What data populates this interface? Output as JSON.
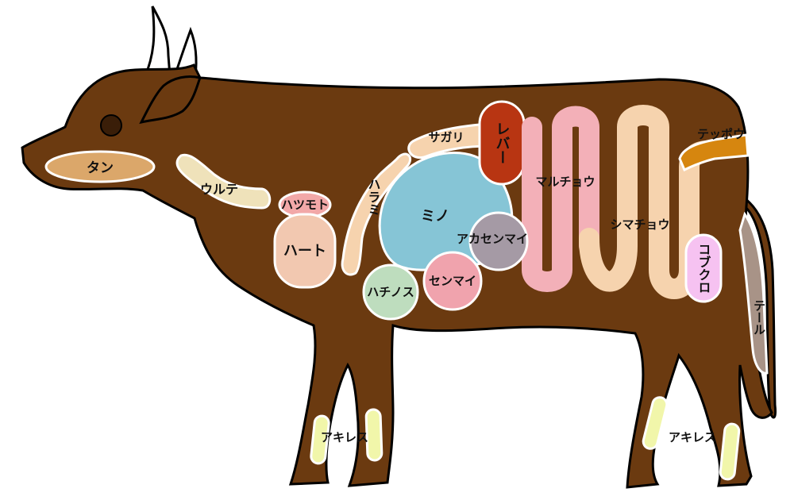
{
  "colors": {
    "body": "#6B3A10",
    "outline": "#000000",
    "horn": "#ffffff",
    "tan": "#DBA76A",
    "ulte": "#EFE2BA",
    "hatsumoto": "#F2A8A8",
    "heart": "#F2C8B0",
    "harami": "#F6D3AE",
    "sagari": "#F6D3AE",
    "liver": "#B83512",
    "mino": "#86C5D6",
    "akasenmai": "#A59AA5",
    "senmai": "#F0A3AD",
    "hachinosu": "#BEDDBE",
    "maruchou": "#F3B0B8",
    "shimachou": "#F6D3AE",
    "teppou": "#D6860F",
    "kobukuro": "#F6C2F1",
    "tail": "#A89387",
    "achilles": "#F1F6AA"
  },
  "parts": {
    "tan": "タン",
    "ulte": "ウルテ",
    "hatsumoto": "ハツモト",
    "heart": "ハート",
    "harami": "ハラミ",
    "sagari": "サガリ",
    "liver": "レバー",
    "mino": "ミノ",
    "akasenmai": "アカセンマイ",
    "senmai": "センマイ",
    "hachinosu": "ハチノス",
    "maruchou": "マルチョウ",
    "shimachou": "シマチョウ",
    "teppou": "テッポウ",
    "kobukuro": "コブクロ",
    "tail": "テール",
    "achilles_front": "アキレス",
    "achilles_back": "アキレス"
  }
}
